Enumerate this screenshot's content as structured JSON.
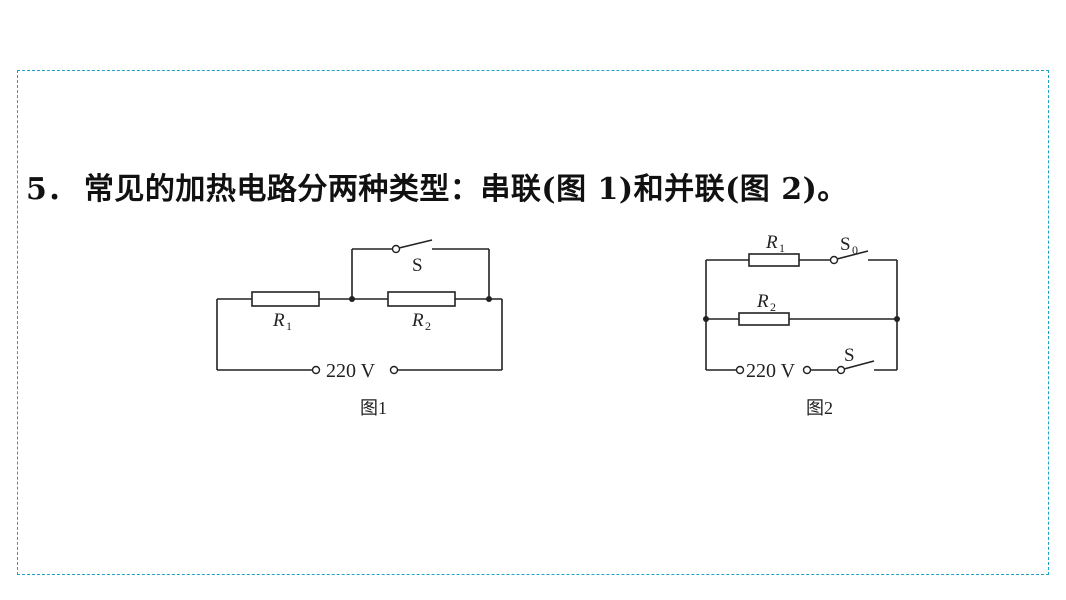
{
  "question": {
    "number": "5．",
    "text": "常见的加热电路分两种类型：串联(图 1)和并联(图 2)。"
  },
  "figure1": {
    "caption": "图1",
    "switch_label": "S",
    "r1_letter": "R",
    "r1_sub": "1",
    "r2_letter": "R",
    "r2_sub": "2",
    "voltage": "220 V"
  },
  "figure2": {
    "caption": "图2",
    "r1_letter": "R",
    "r1_sub": "1",
    "s0_letter": "S",
    "s0_sub": "0",
    "r2_letter": "R",
    "r2_sub": "2",
    "voltage": "220 V",
    "switch_label": "S"
  },
  "colors": {
    "frame_border": "#1fa3c4",
    "text": "#111111",
    "wire": "#222222"
  }
}
